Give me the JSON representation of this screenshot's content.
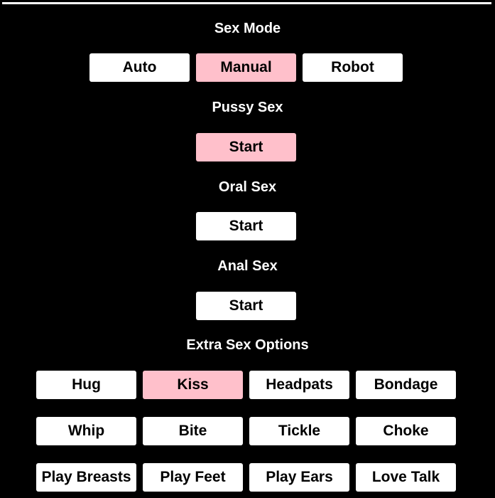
{
  "accent_color": "#ffc0cb",
  "sex_mode": {
    "heading": "Sex Mode",
    "options": [
      {
        "label": "Auto",
        "active": false
      },
      {
        "label": "Manual",
        "active": true
      },
      {
        "label": "Robot",
        "active": false
      }
    ]
  },
  "pussy_sex": {
    "heading": "Pussy Sex",
    "button": "Start",
    "active": true
  },
  "oral_sex": {
    "heading": "Oral Sex",
    "button": "Start",
    "active": false
  },
  "anal_sex": {
    "heading": "Anal Sex",
    "button": "Start",
    "active": false
  },
  "extra": {
    "heading": "Extra Sex Options",
    "options": [
      {
        "label": "Hug",
        "active": false
      },
      {
        "label": "Kiss",
        "active": true
      },
      {
        "label": "Headpats",
        "active": false
      },
      {
        "label": "Bondage",
        "active": false
      },
      {
        "label": "Whip",
        "active": false
      },
      {
        "label": "Bite",
        "active": false
      },
      {
        "label": "Tickle",
        "active": false
      },
      {
        "label": "Choke",
        "active": false
      },
      {
        "label": "Play Breasts",
        "active": false
      },
      {
        "label": "Play Feet",
        "active": false
      },
      {
        "label": "Play Ears",
        "active": false
      },
      {
        "label": "Love Talk",
        "active": false
      }
    ]
  }
}
